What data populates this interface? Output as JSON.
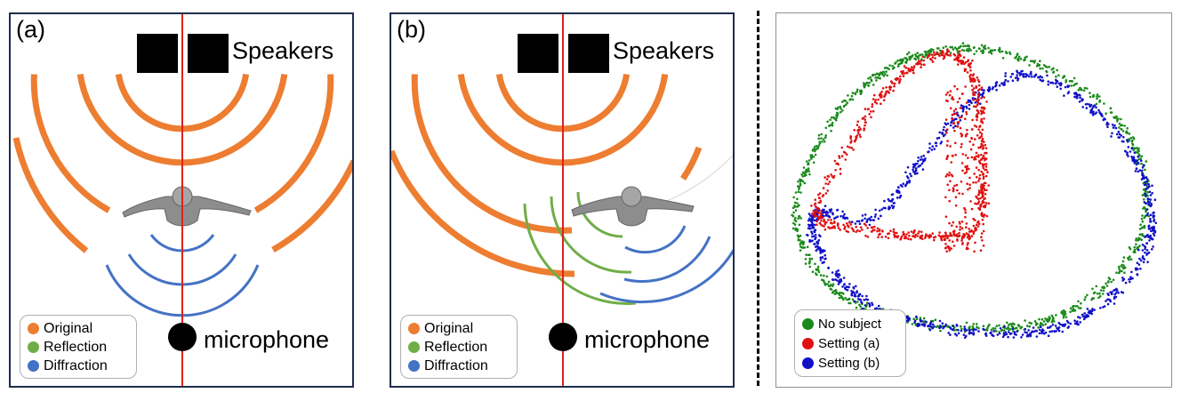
{
  "panel_a": {
    "label": "(a)",
    "speakers_label": "Speakers",
    "microphone_label": "microphone",
    "legend": [
      {
        "label": "Original",
        "color": "#ed7d31"
      },
      {
        "label": "Reflection",
        "color": "#70ad47"
      },
      {
        "label": "Diffraction",
        "color": "#4472c4"
      }
    ]
  },
  "panel_b": {
    "label": "(b)",
    "speakers_label": "Speakers",
    "microphone_label": "microphone",
    "legend": [
      {
        "label": "Original",
        "color": "#ed7d31"
      },
      {
        "label": "Reflection",
        "color": "#70ad47"
      },
      {
        "label": "Diffraction",
        "color": "#4472c4"
      }
    ]
  },
  "scatter": {
    "legend": [
      {
        "label": "No subject",
        "color": "#1a8a1a"
      },
      {
        "label": "Setting (a)",
        "color": "#e01010"
      },
      {
        "label": "Setting (b)",
        "color": "#1010c8"
      }
    ]
  },
  "colors": {
    "frame": "#1f2d4a",
    "axis_line": "#e02020",
    "original": "#ed7d31",
    "reflection": "#70ad47",
    "diffraction": "#4472c4"
  }
}
